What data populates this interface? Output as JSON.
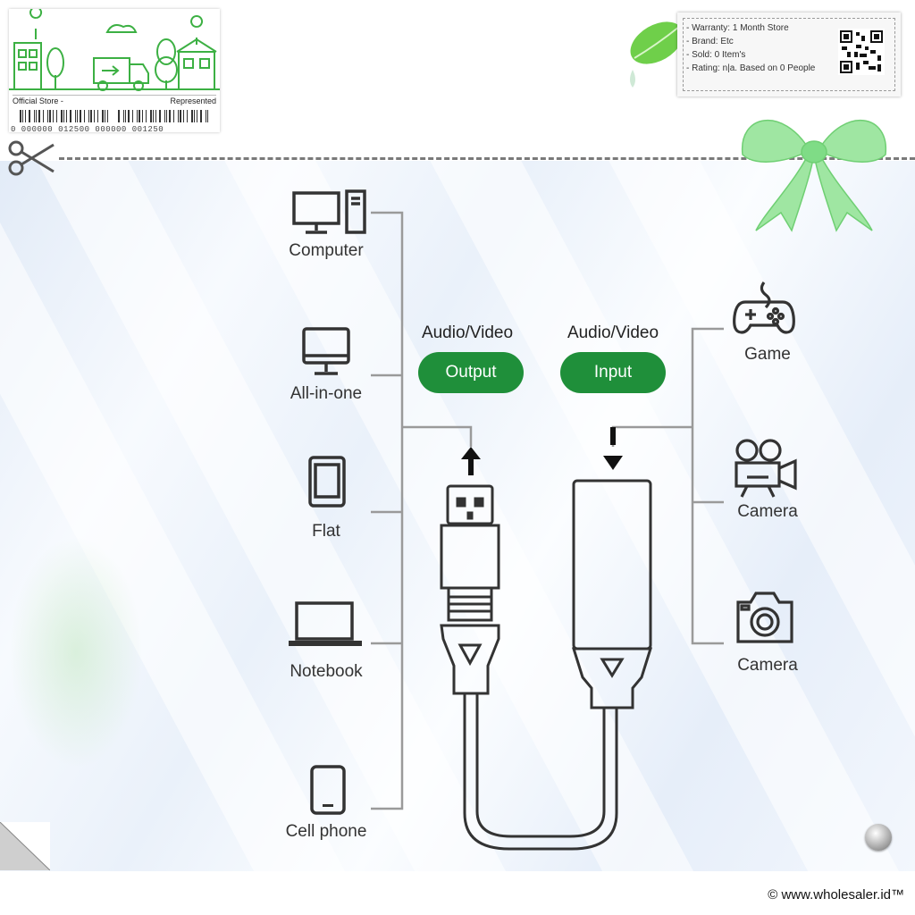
{
  "store_card": {
    "left_label": "Official Store -",
    "right_label": "Represented",
    "barcode_text": "0 000000 012500  000000 001250"
  },
  "info": {
    "lines": [
      "- Warranty: 1 Month Store",
      "- Brand: Etc",
      "- Sold: 0 Item's",
      "- Rating: n|a. Based on 0 People"
    ]
  },
  "diagram": {
    "left_devices": [
      "Computer",
      "All-in-one",
      "Flat",
      "Notebook",
      "Cell phone"
    ],
    "right_devices": [
      "Game",
      "Camera",
      "Camera"
    ],
    "output": {
      "caption": "Audio/Video",
      "button": "Output"
    },
    "input": {
      "caption": "Audio/Video",
      "button": "Input"
    }
  },
  "icons": [
    "scissors-icon",
    "computer-icon",
    "all-in-one-icon",
    "tablet-icon",
    "notebook-icon",
    "cell-phone-icon",
    "gamepad-icon",
    "video-camera-icon",
    "photo-camera-icon",
    "usb-connector-icon",
    "capture-card-icon",
    "leaf-icon",
    "bow-icon",
    "qr-code-icon"
  ],
  "colors": {
    "accent": "#1f8f3a",
    "line": "#9a9a9a",
    "icon": "#333333"
  },
  "footer": "© www.wholesaler.id™"
}
